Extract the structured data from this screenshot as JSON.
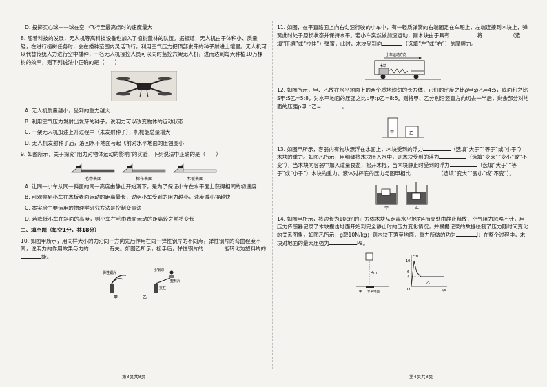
{
  "left": {
    "q7d": "D. 投掷实心球——球在空中飞行至最高点时的速度最大",
    "q8": "8. 随着科技的发展，无人机等高科技设备也加入了植树造林的队伍。据报道，无人机由于体积小、质量轻，在进行植树任务时，会在播种范围内灵活飞行，利用空气压力把顶部发芽的种子射进土壤里。无人机可以代替传统人力进行空中播种，一名无人机操控人员可以同时监控六架无人机，进而达到每天种植10万棵树的效率，则下列说法中正确的是（　　）",
    "q8_opts": [
      "A. 无人机质量越小，受到的重力越大",
      "B. 利用空气压力发射出发芽的种子，说明力可以改变物体的运动状态",
      "C. 一架无人机加速上升过程中（未发射种子），机械能总量增大",
      "D. 无人机发射种子后，落回水平地面与起飞前对水平地面的压强变小"
    ],
    "q9": "9. 如图所示，关于探究“阻力对物体运动的影响”的实验，下列说法中正确的是（　　）",
    "q9_fig_labels": [
      "毛巾表面",
      "棉布表面",
      "木板表面"
    ],
    "q9_opts": [
      "A. 让同一小车从同一斜面的同一高度由静止开始滑下，是为了保证小车在水平面上获得相同的初速度",
      "B. 可观察到小车在木板表面运动的距离最长，说明小车受到的阻力越小，速度减小得越快",
      "C. 本实验主要运用的物理学研究方法是控制变量法",
      "D. 若降低小车在斜面的高度，则小车在毛巾表面运动的距离较之前将变长"
    ],
    "section2": "二、填空题（每空1分，共18分）",
    "q10_a": "10. 如图甲所示，用同样大小的力沿同一方向先后作用在同一弹性钢片的不同点，弹性钢片的弯曲程度不同，说明力的作用效果与力的",
    "q10_b": "有关。如图乙所示，松手后，弹性钢片的",
    "q10_c": "能转化为塑料片的",
    "q10_d": "能。",
    "q10_fig_labels": [
      "小钢球",
      "弹性钢片",
      "塑料片",
      "支柱",
      "甲",
      "乙"
    ],
    "footer": "第3页共8页"
  },
  "right": {
    "q11_a": "11. 如图，在平直路面上向右匀速行驶的小车中，有一轻质弹簧的右端固定在车厢上，左端连接到木块上，弹簧此时处于原长状态并保持水平。若小车突然做加速运动，则木块由于具有",
    "q11_b": "将",
    "q11_c": "（选填“压缩”或“拉伸”）弹簧，此时，木块受到向",
    "q11_d": "（选填“左”或“右”）的摩擦力。",
    "q11_fig_labels": [
      "小车运动方向",
      "木块"
    ],
    "q12_a": "12. 如图所示，甲、乙放在水平地面上的两个质地均匀的长方体，它们的密度之比ρ甲:ρ乙=4:5，底面积之比S甲:S乙=5:8，对水平地面的压强之比p甲:p乙=8:5。则将甲、乙分别沿竖直方向切去一半后，剩余部分对地面的压强p甲:p乙=",
    "q12_b": "。",
    "q12_fig_labels": [
      "甲",
      "乙"
    ],
    "q13_a": "13. 如图甲所示，容器内有物块漂浮在水面上，木块受到的浮力",
    "q13_b": "（选填“大于”“等于”或“小于”）木块的重力。如图乙所示，用细绳将木块压入水中，则木块受到的浮力",
    "q13_c": "（选填“变大”“变小”或“不变”），当木块向容器中加入适量食盐，松开木棍，当木块静止时受到的浮力",
    "q13_d": "（选填“大于”“等于”或“小于”）木块的重力。液体对杯底的压力与图甲相比",
    "q13_e": "（选填“变大”“变小”或“不变”）。",
    "q13_fig_labels": [
      "甲",
      "乙"
    ],
    "q14_a": "14. 如图甲所示，将边长为10cm的正方体木块从距离水平地面4m高处由静止释放，空气阻力忽略不计，用压力传感器记录了木块撞击地面开始到完全静止时的压力变化情况，并根据记录的数据绘制了压力随时间变化的关系图象，如图乙所示，g取10N/kg；则木块下落至地面，重力所做的功为",
    "q14_b": "J；在整个过程中，木块对地面的最大压强为",
    "q14_c": "Pa。",
    "q14_fig_labels": [
      "4m",
      "甲",
      "水平地面",
      "F/N",
      "乙",
      "t/s",
      "O",
      "10",
      "4",
      "6"
    ],
    "footer": "第4页共8页"
  }
}
